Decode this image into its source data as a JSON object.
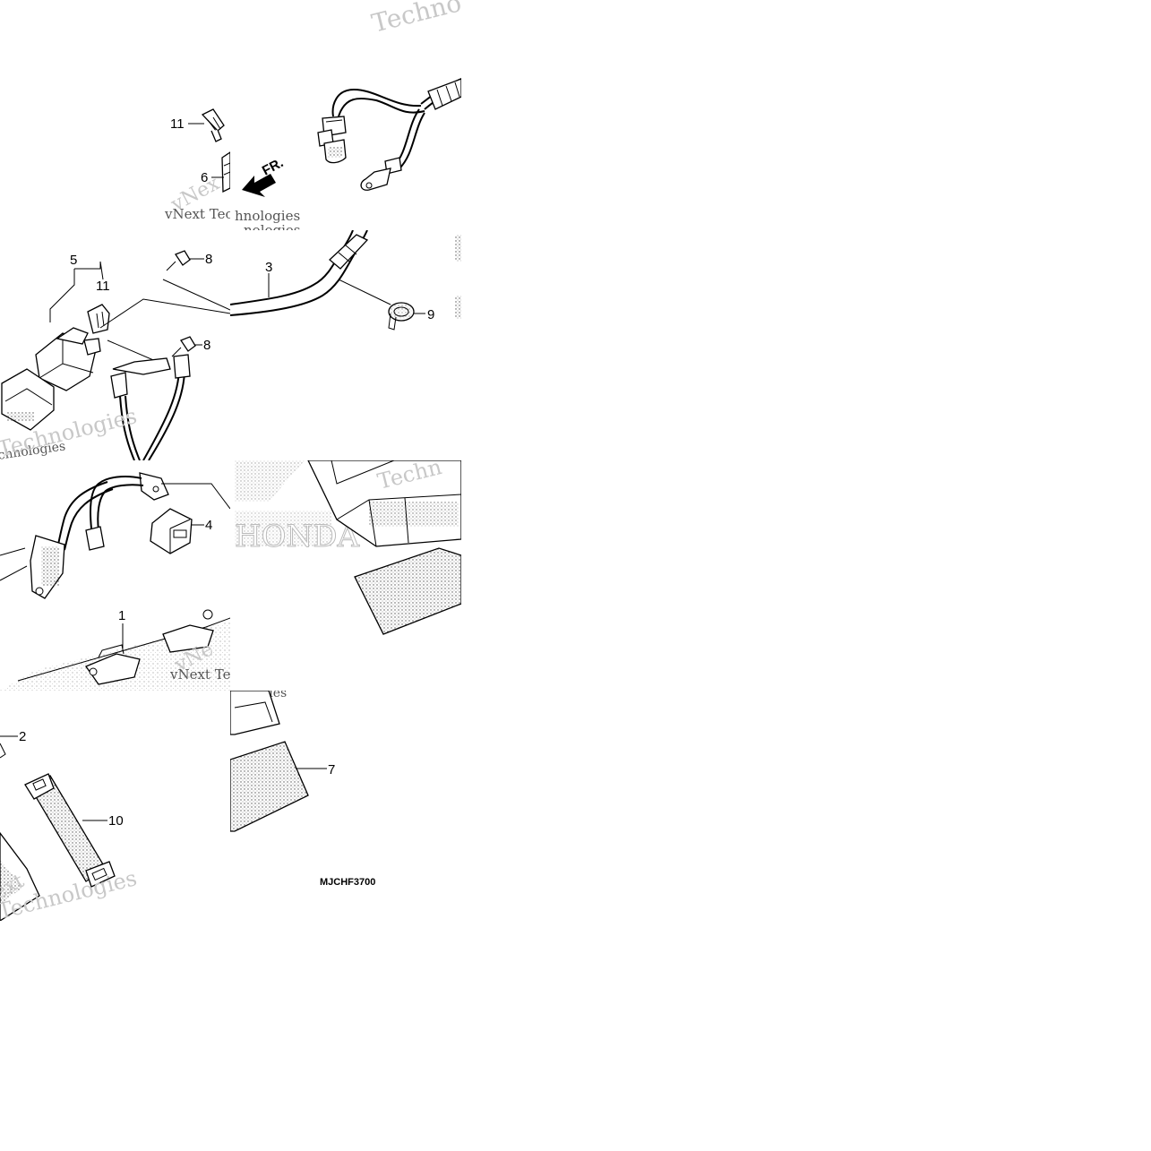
{
  "diagram": {
    "callouts": [
      "1",
      "2",
      "3",
      "4",
      "5",
      "6",
      "7",
      "8",
      "8",
      "9",
      "10",
      "11",
      "11"
    ],
    "direction_label": "FR.",
    "drawing_code": "MJCHF3700",
    "watermarks": {
      "tech_a": "Techno",
      "vnext_a": "vNext Tec",
      "nologies_a": "nologies",
      "vnext_diag_a": "vNex",
      "technologies_b": "Technologies",
      "techn_c": "Techn",
      "vnext_b": "vNext Tec",
      "vnext_diag_b": "vNe",
      "logies_c": "ologies",
      "ext_d": "ext",
      "technologies_d": "Technologies"
    },
    "colors": {
      "ink": "#000000",
      "stipple": "#555555",
      "watermark": "#c8c8c8",
      "background": "#ffffff"
    }
  }
}
